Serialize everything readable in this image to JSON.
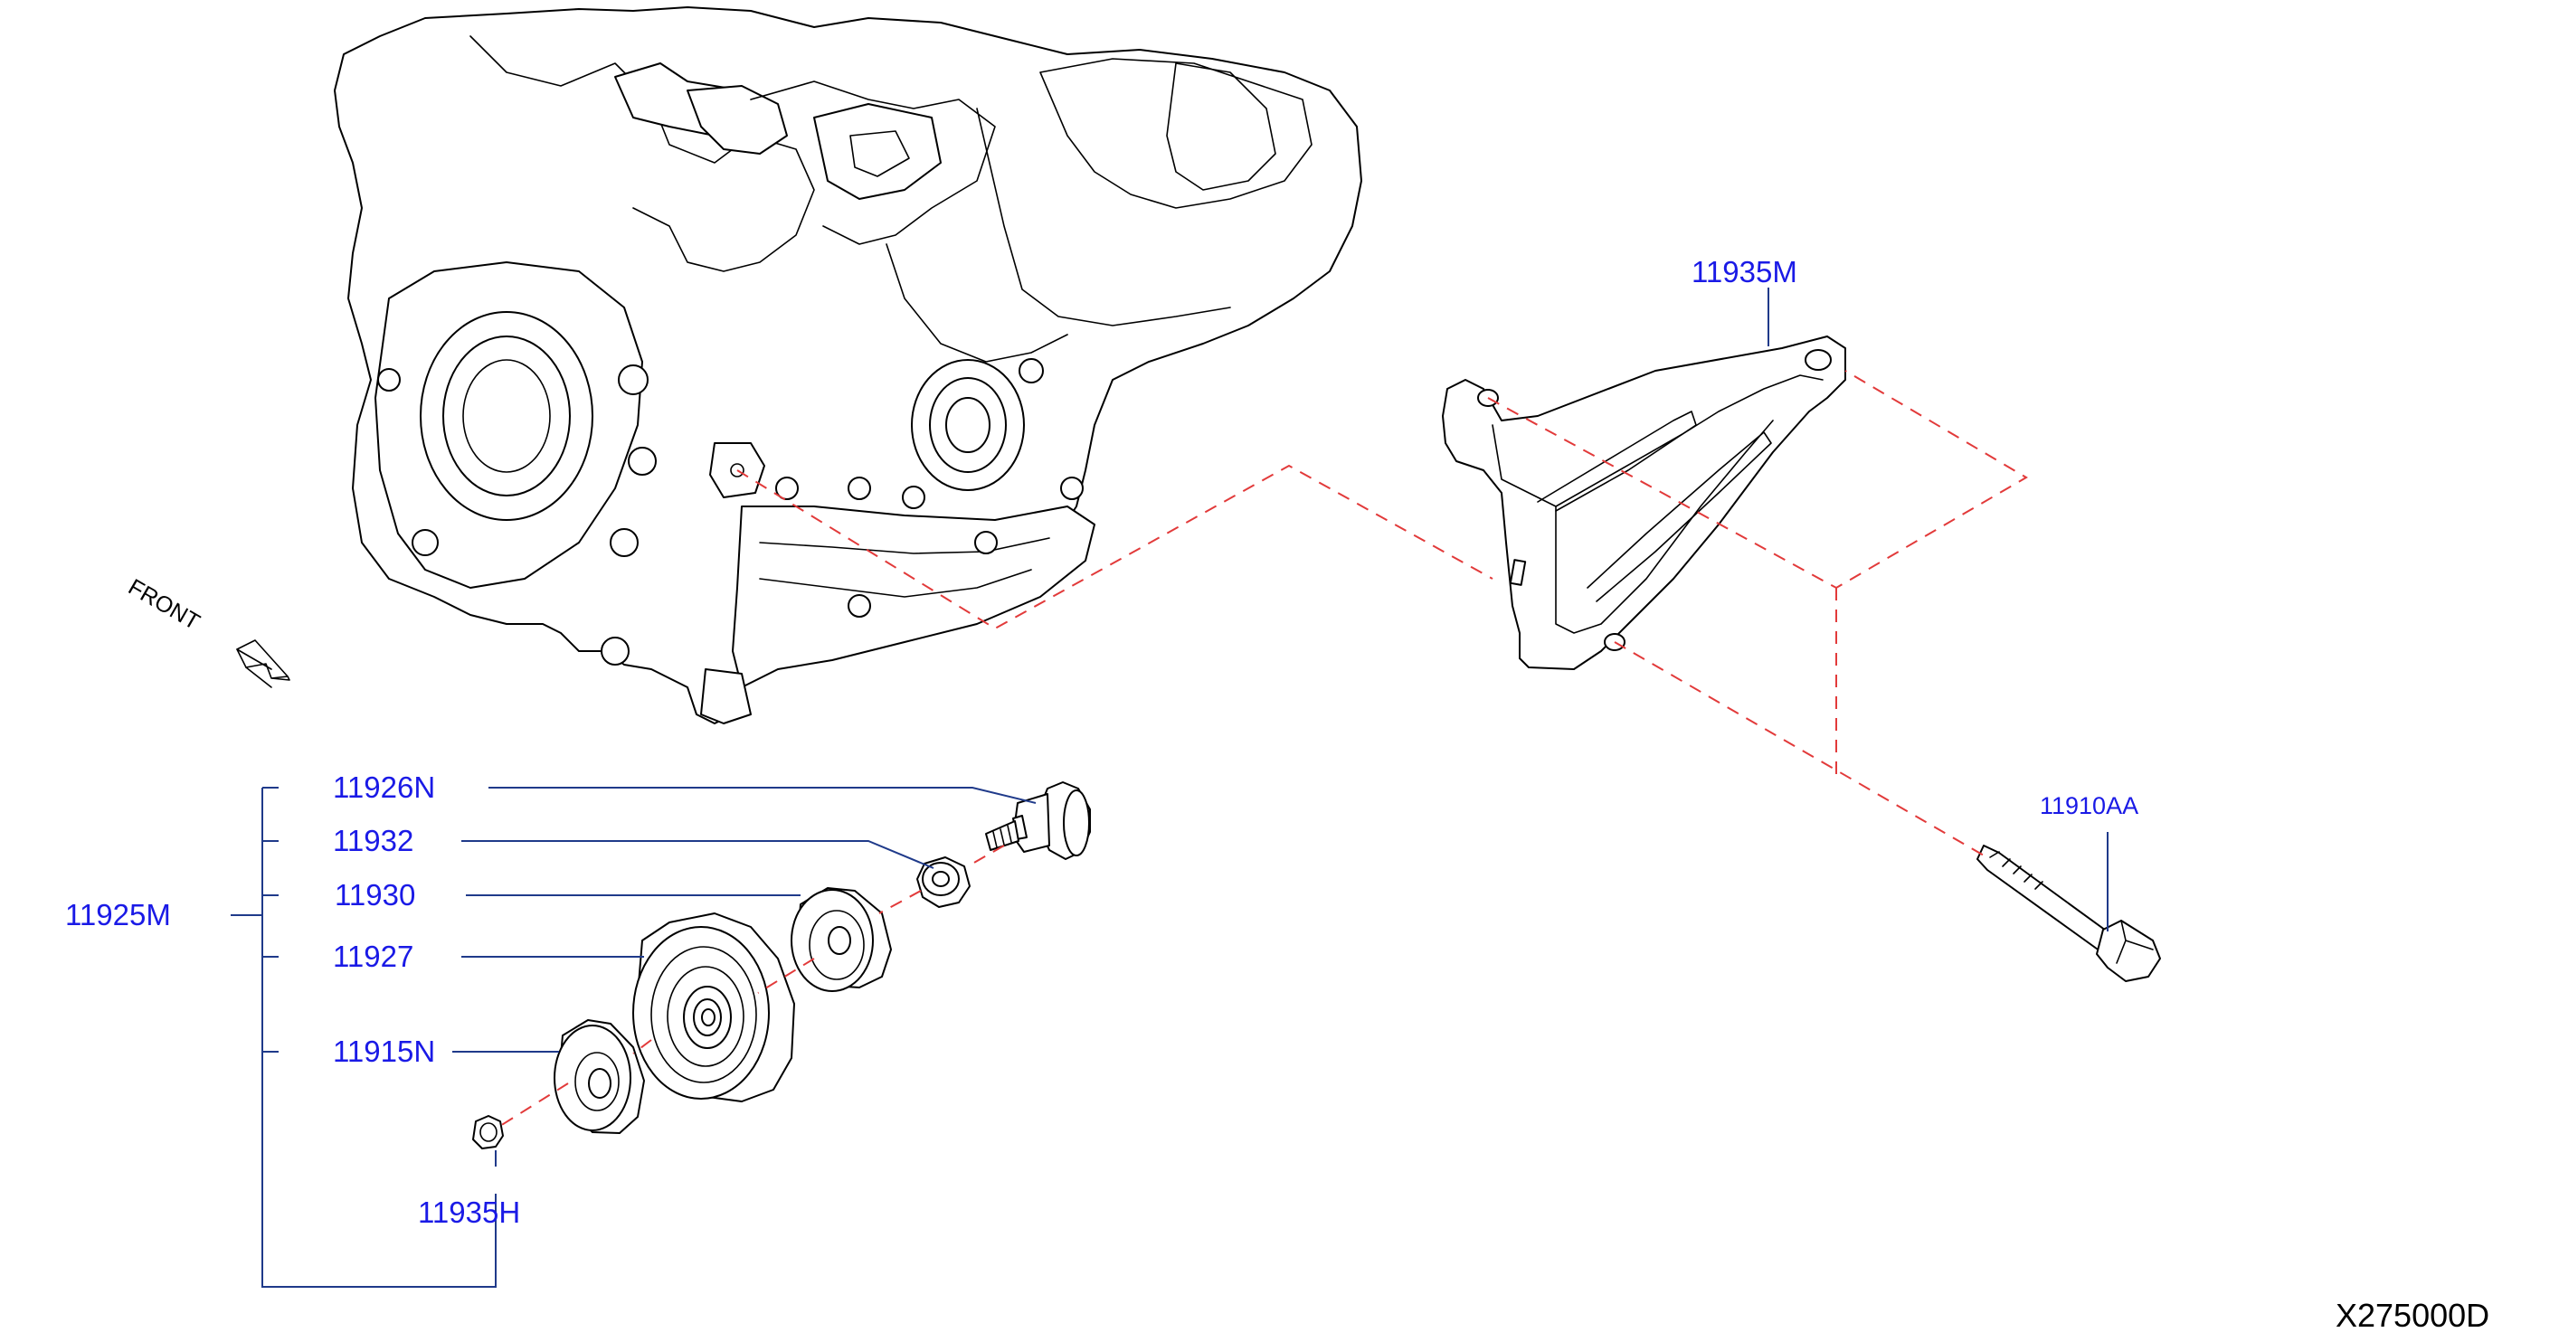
{
  "diagram": {
    "reference_code": "X275000D",
    "front_label": "FRONT",
    "colors": {
      "label": "#1a1ae6",
      "leader": "#1f3a8a",
      "dashed_assembly": "#e23a3a",
      "outline": "#000000"
    },
    "callouts": {
      "assembly": "11925M",
      "bracket": "11935M",
      "bolt": "11910AA",
      "bolt_idler": "11926N",
      "spacer": "11932",
      "washer": "11930",
      "idler_pulley": "11927",
      "plate": "11915N",
      "nut": "11935H"
    }
  }
}
